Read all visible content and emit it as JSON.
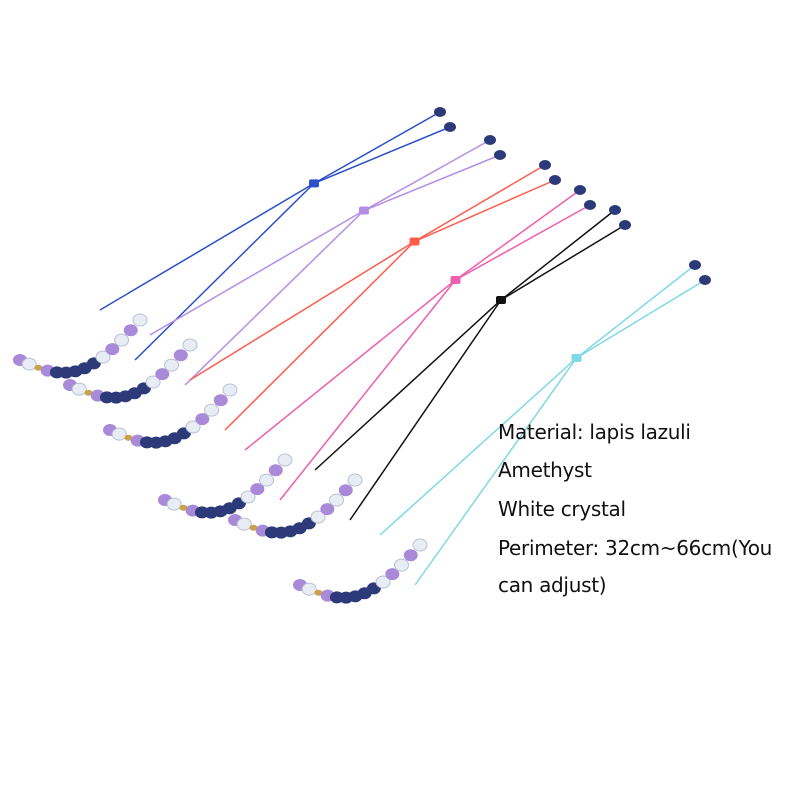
{
  "product_info": {
    "material_line": "Material:  lapis lazuli",
    "line2": "Amethyst",
    "line3": "White crystal",
    "perimeter_line": "Perimeter: 32cm~66cm(You",
    "perimeter_line_cont": "can adjust)"
  },
  "colors": {
    "cords": [
      "#2a4fc9",
      "#b48ee6",
      "#ff5a4a",
      "#ee5fae",
      "#111111",
      "#7fd8e6"
    ],
    "lapis": "#2c3a7a",
    "amethyst": "#a98ad8",
    "crystal": "#e8ecf4",
    "gold": "#c9a24a"
  }
}
